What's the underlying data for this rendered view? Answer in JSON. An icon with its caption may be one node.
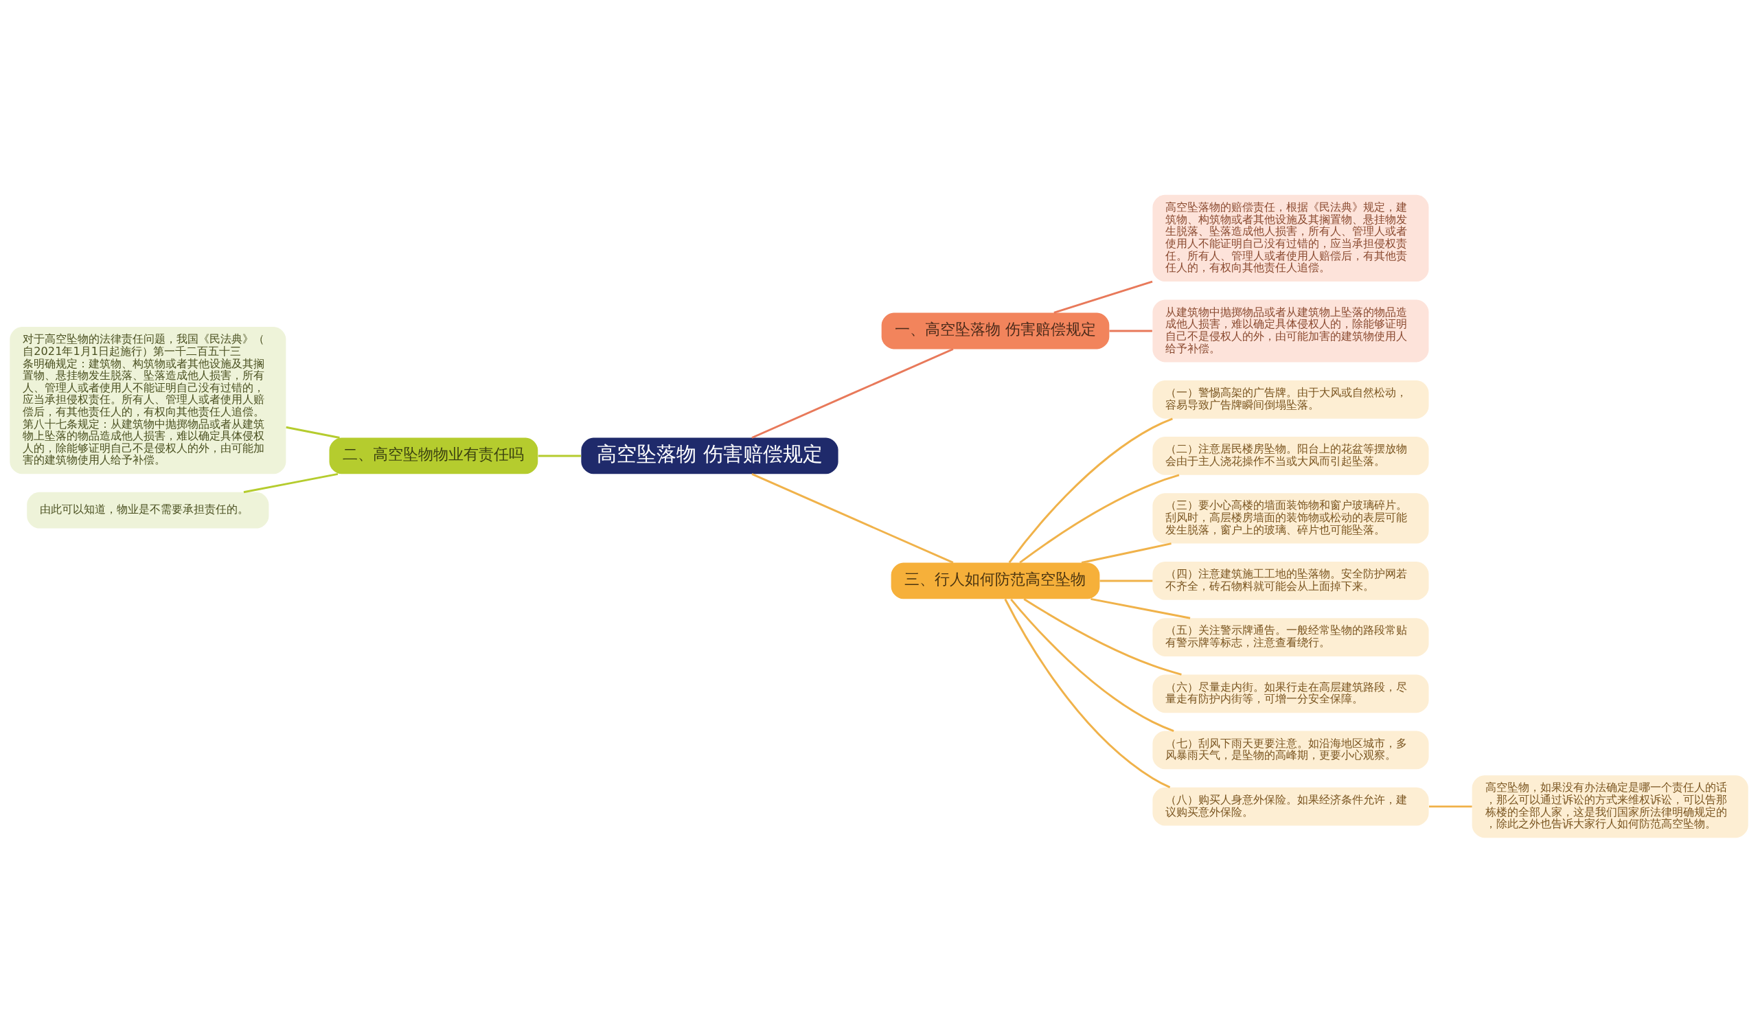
{
  "diagram": {
    "nodes": [
      {
        "text": [
          "高空坠落物 伤害赔偿规定"
        ]
      },
      {
        "text": [
          "一、高空坠落物 伤害赔偿规定"
        ]
      },
      {
        "text": [
          "高空坠落物的赔偿责任，根据《民法典》规定，建筑物、构筑物或者其他设施及其搁置物、悬挂物发生脱落、坠落造成他人损害，所有人、管理人或者使用人不能证明自己没有过错的，应当承担侵权责任。所有人、管理人或者使用人赔偿后，有其他责任人的，有权向其他责任人追偿。"
        ]
      },
      {
        "text": [
          "从建筑物中抛掷物品或者从建筑物上坠落的物品造成他人损害，难以确定具体侵权人的，除能够证明自己不是侵权人的外，由可能加害的建筑物使用人给予补偿。"
        ]
      },
      {
        "text": [
          "二、高空坠物物业有责任吗"
        ]
      },
      {
        "text": [
          "对于高空坠物的法律责任问题，我国《民法典》（自2021年1月1日起施行）第一千二百五十三条明确规定：建筑物、构筑物或者其他设施及其搁置物、悬挂物发生脱落、坠落造成他人损害，所有人、管理人或者使用人不能证明自己没有过错的，应当承担侵权责任。所有人、管理人或者使用人赔偿后，有其他责任人的，有权向其他责任人追偿。第八十七条规定：从建筑物中抛掷物品或者从建筑物上坠落的物品造成他人损害，难以确定具体侵权人的，除能够证明自己不是侵权人的外，由可能加害的建筑物使用人给予补偿。"
        ]
      },
      {
        "text": [
          "由此可以知道，物业是不需要承担责任的。"
        ]
      },
      {
        "text": [
          "三、行人如何防范高空坠物"
        ]
      },
      {
        "text": [
          "（一）警惕高架的广告牌。由于大风或自然松动，容易导致广告牌瞬间倒塌坠落。"
        ]
      },
      {
        "text": [
          "（二）注意居民楼房坠物。阳台上的花盆等摆放物会由于主人浇花操作不当或大风而引起坠落。"
        ]
      },
      {
        "text": [
          "（三）要小心高楼的墙面装饰物和窗户玻璃碎片。刮风时，高层楼房墙面的装饰物或松动的表层可能发生脱落，窗户上的玻璃、碎片也可能坠落。"
        ]
      },
      {
        "text": [
          "（四）注意建筑施工工地的坠落物。安全防护网若不齐全，砖石物料就可能会从上面掉下来。"
        ]
      },
      {
        "text": [
          "（五）关注警示牌通告。一般经常坠物的路段常贴有警示牌等标志，注意查看绕行。"
        ]
      },
      {
        "text": [
          "（六）尽量走内街。如果行走在高层建筑路段，尽量走有防护内街等，可增一分安全保障。"
        ]
      },
      {
        "text": [
          "（七）刮风下雨天更要注意。如沿海地区城市，多风暴雨天气，是坠物的高峰期，更要小心观察。"
        ]
      },
      {
        "text": [
          "（八）购买人身意外保险。如果经济条件允许，建议购买意外保险。"
        ]
      },
      {
        "text": [
          "高空坠物，如果没有办法确定是哪一个责任人的话，那么可以通过诉讼的方式来维权诉讼，可以告那栋楼的全部人家，这是我们国家所法律明确规定的，除此之外也告诉大家行人如何防范高空坠物。"
        ]
      }
    ],
    "edges": [
      {
        "from": 0,
        "to": 1,
        "arrow": "none",
        "color": "#e8795a"
      },
      {
        "from": 1,
        "to": 2,
        "arrow": "none",
        "color": "#e8795a"
      },
      {
        "from": 1,
        "to": 3,
        "arrow": "none",
        "color": "#e8795a"
      },
      {
        "from": 4,
        "to": 0,
        "arrow": "none",
        "color": "#b5cc2e"
      },
      {
        "from": 5,
        "to": 4,
        "arrow": "none",
        "color": "#b5cc2e"
      },
      {
        "from": 6,
        "to": 4,
        "arrow": "none",
        "color": "#b5cc2e"
      },
      {
        "from": 0,
        "to": 7,
        "arrow": "none"
      },
      {
        "from": 7,
        "to": 8,
        "arrow": "none"
      },
      {
        "from": 7,
        "to": 9,
        "arrow": "none"
      },
      {
        "from": 7,
        "to": 10,
        "arrow": "none"
      },
      {
        "from": 7,
        "to": 11,
        "arrow": "none"
      },
      {
        "from": 7,
        "to": 12,
        "arrow": "none"
      },
      {
        "from": 7,
        "to": 13,
        "arrow": "none"
      },
      {
        "from": 7,
        "to": 14,
        "arrow": "none"
      },
      {
        "from": 7,
        "to": 15,
        "arrow": "none"
      },
      {
        "from": 15,
        "to": 16,
        "arrow": "none"
      }
    ]
  }
}
